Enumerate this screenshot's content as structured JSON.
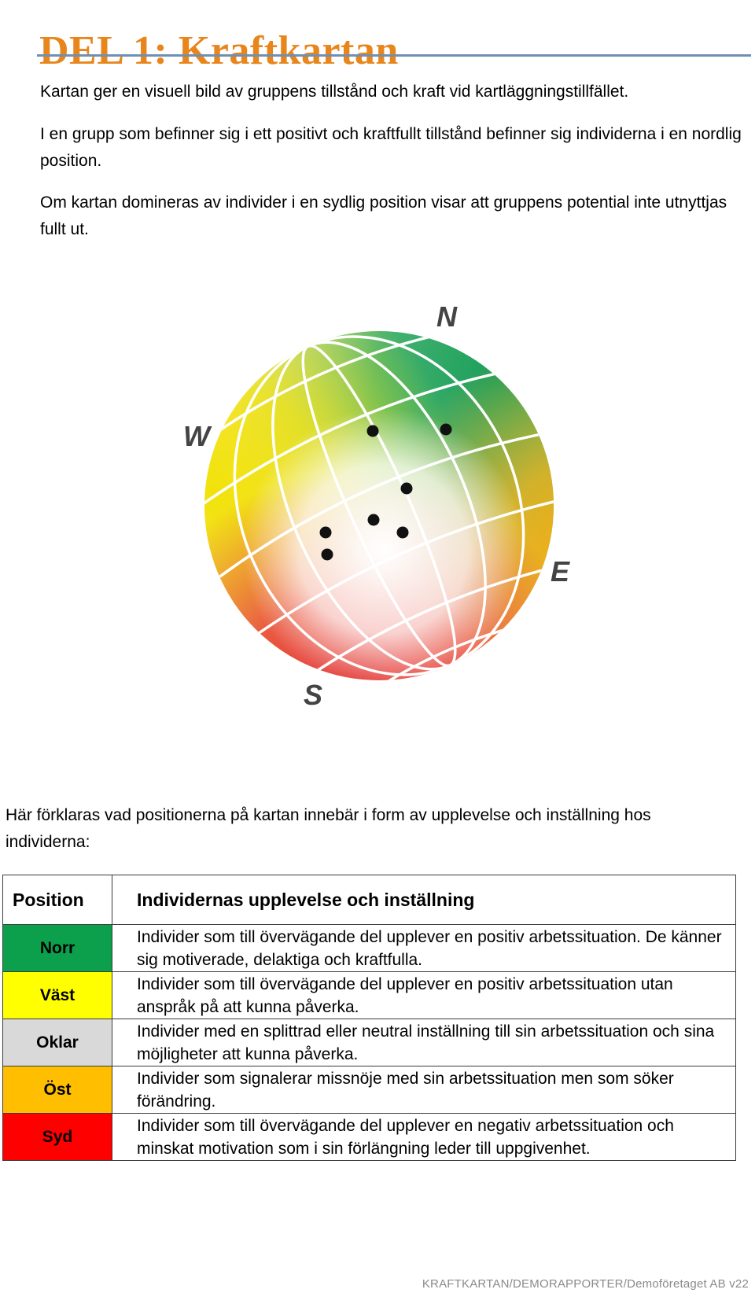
{
  "page": {
    "title": "DEL 1: Kraftkartan",
    "paragraphs": [
      "Kartan ger en visuell bild av gruppens tillstånd och kraft vid kartläggningstillfället.",
      "I en grupp som befinner sig i ett positivt och kraftfullt tillstånd befinner sig individerna i en nordlig position.",
      "Om kartan domineras av individer i en sydlig position visar att gruppens potential inte utnyttjas fullt ut."
    ],
    "map": {
      "labels": {
        "north": "N",
        "west": "W",
        "east": "E",
        "south": "S"
      },
      "colors": {
        "north": "#1A9E5A",
        "west": "#F2E20A",
        "east": "#F4A700",
        "south": "#E02A2A",
        "center": "#FFFFFF"
      },
      "individuals_count_shown": 7
    },
    "table_intro": "Här förklaras vad positionerna på kartan innebär i form av upplevelse och inställning hos individerna:",
    "table": {
      "headers": [
        "Position",
        "Individernas upplevelse och inställning"
      ],
      "rows": [
        {
          "position": "Norr",
          "color": "#0DA04C",
          "description": "Individer som till övervägande del upplever en positiv arbetssituation. De känner sig motiverade, delaktiga och kraftfulla."
        },
        {
          "position": "Väst",
          "color": "#FFFF00",
          "description": "Individer som till övervägande del upplever en positiv arbetssituation utan anspråk på att kunna påverka."
        },
        {
          "position": "Oklar",
          "color": "#D9D9D9",
          "description": "Individer med en splittrad eller neutral inställning till sin arbetssituation och sina möjligheter att kunna påverka."
        },
        {
          "position": "Öst",
          "color": "#FFBF00",
          "description": "Individer som signalerar missnöje med sin arbetssituation men som söker förändring."
        },
        {
          "position": "Syd",
          "color": "#FF0000",
          "description": "Individer som till övervägande del upplever en negativ arbetssituation och minskat motivation som i sin förlängning leder till uppgivenhet."
        }
      ]
    },
    "footer": "KRAFTKARTAN/DEMORAPPORTER/Demoföretaget AB v22"
  }
}
